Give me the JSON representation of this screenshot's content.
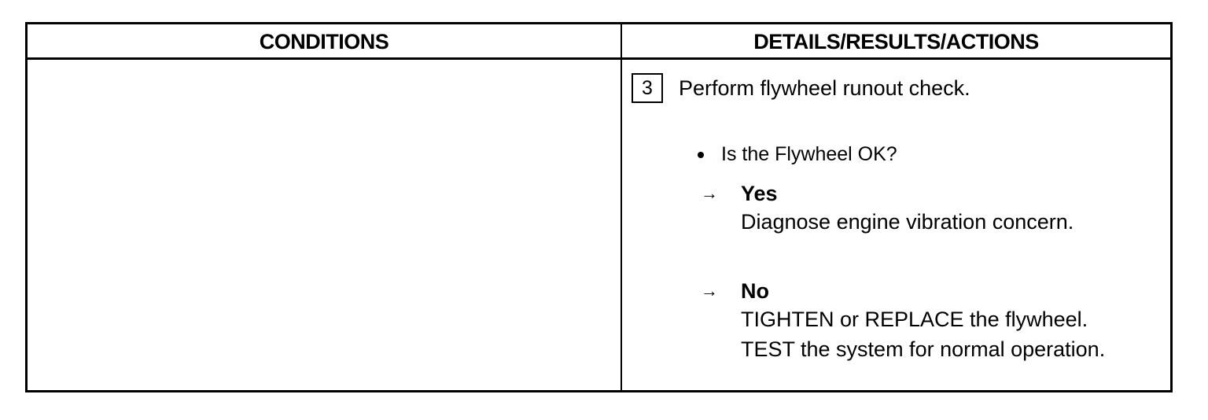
{
  "table": {
    "headers": {
      "conditions": "CONDITIONS",
      "details": "DETAILS/RESULTS/ACTIONS"
    },
    "conditions_text": "",
    "step": {
      "number": "3",
      "instruction": "Perform flywheel runout check."
    },
    "question": "Is the Flywheel OK?",
    "answers": [
      {
        "label": "Yes",
        "lines": [
          "Diagnose engine vibration concern."
        ]
      },
      {
        "label": "No",
        "lines": [
          "TIGHTEN or REPLACE the flywheel.",
          "TEST the system for normal operation."
        ]
      }
    ],
    "arrow_glyph": "→"
  }
}
